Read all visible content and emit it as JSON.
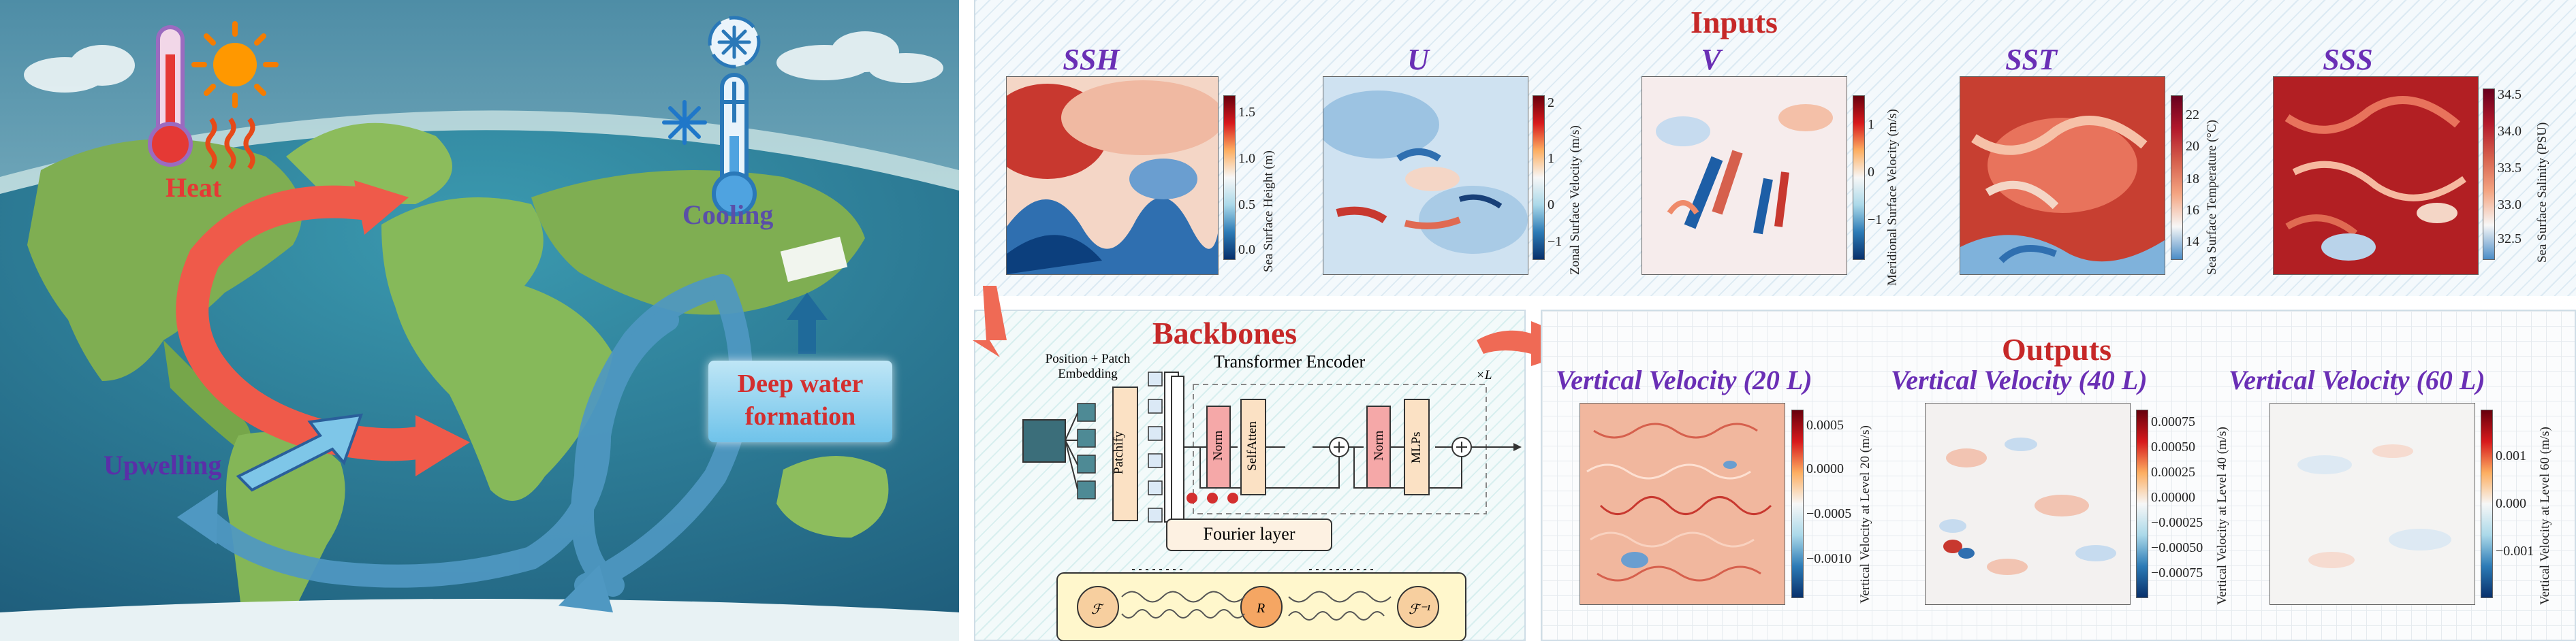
{
  "left_map": {
    "heat_label": "Heat",
    "cooling_label": "Cooling",
    "upwelling_label": "Upwelling",
    "deep_water_label": "Deep water formation",
    "colors": {
      "warm_current": "#ef5a4a",
      "cold_current": "#4f98c2",
      "ocean": "#2f7d98",
      "land": "#7fae52"
    }
  },
  "inputs": {
    "title": "Inputs",
    "panels": [
      {
        "title": "SSH",
        "colorbar_label": "Sea Surface Height (m)",
        "ticks": [
          "1.5",
          "1.0",
          "0.5",
          "0.0"
        ],
        "palette": "diverging"
      },
      {
        "title": "U",
        "colorbar_label": "Zonal Surface Velocity (m/s)",
        "ticks": [
          "2",
          "1",
          "0",
          "−1"
        ],
        "palette": "diverging"
      },
      {
        "title": "V",
        "colorbar_label": "Meridional Surface Velocity (m/s)",
        "ticks": [
          "1",
          "0",
          "−1"
        ],
        "palette": "diverging"
      },
      {
        "title": "SST",
        "colorbar_label": "Sea Surface Temperature (°C)",
        "ticks": [
          "22",
          "20",
          "18",
          "16",
          "14"
        ],
        "palette": "warm"
      },
      {
        "title": "SSS",
        "colorbar_label": "Sea Surface Salinity (PSU)",
        "ticks": [
          "34.5",
          "34.0",
          "33.5",
          "33.0",
          "32.5"
        ],
        "palette": "warm"
      }
    ]
  },
  "backbones": {
    "title": "Backbones",
    "embedding_label": "Position + Patch Embedding",
    "patchify_label": "Patchify",
    "encoder_title": "Transformer Encoder",
    "norm_label": "Norm",
    "selfatten_label": "SelfAtten",
    "mlps_label": "MLPs",
    "repeat_label": "×L",
    "fourier_title": "Fourier layer",
    "fourier_f": "ℱ",
    "fourier_r": "R",
    "fourier_finv": "ℱ⁻¹"
  },
  "outputs": {
    "title": "Outputs",
    "panels": [
      {
        "title": "Vertical Velocity (20 L)",
        "colorbar_label": "Vertical Velocity at Level 20 (m/s)",
        "ticks": [
          "0.0005",
          "0.0000",
          "−0.0005",
          "−0.0010"
        ]
      },
      {
        "title": "Vertical Velocity (40 L)",
        "colorbar_label": "Vertical Velocity at Level 40 (m/s)",
        "ticks": [
          "0.00075",
          "0.00050",
          "0.00025",
          "0.00000",
          "−0.00025",
          "−0.00050",
          "−0.00075"
        ]
      },
      {
        "title": "Vertical Velocity (60 L)",
        "colorbar_label": "Vertical Velocity at Level 60 (m/s)",
        "ticks": [
          "0.001",
          "0.000",
          "−0.001"
        ]
      }
    ]
  }
}
